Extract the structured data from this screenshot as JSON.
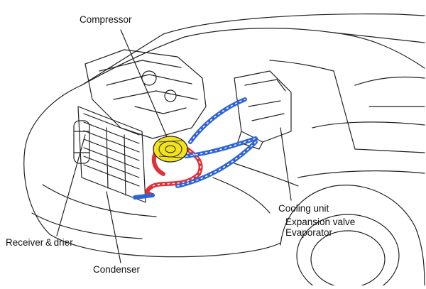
{
  "labels": {
    "compressor": "Compressor",
    "cooling_unit": "Cooling unit",
    "expansion_valve": "Expansion valve",
    "evaporator": "Evaporator",
    "receiver_drier": "Receiver & drier",
    "condenser": "Condenser"
  },
  "colors": {
    "outline": "#222222",
    "high_pressure_line": "#e0303a",
    "low_pressure_line": "#2f64d8",
    "compressor_body": "#f2e21c",
    "line_highlight": "#ffffff"
  }
}
